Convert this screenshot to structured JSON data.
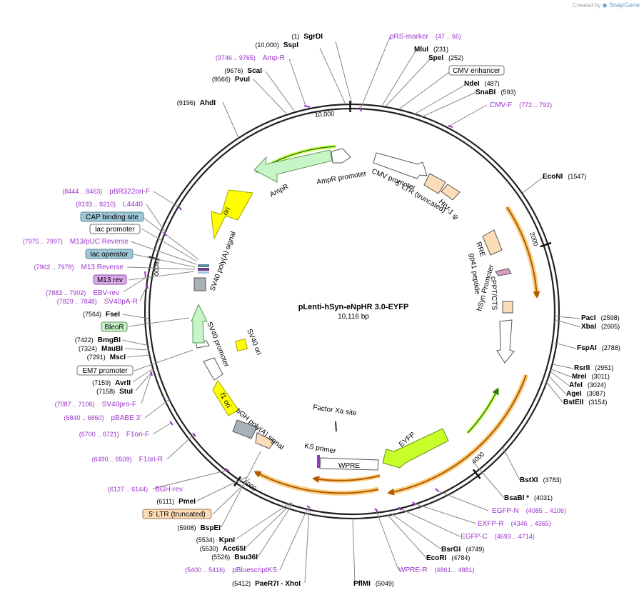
{
  "brand": {
    "created_by": "Created by",
    "app": "SnapGene"
  },
  "plasmid": {
    "name": "pLenti-hSyn-eNpHR 3.0-EYFP",
    "size_label": "10,116 bp",
    "total_bp": 10116
  },
  "ticks": [
    "10,000",
    "2000",
    "4000",
    "6000",
    "8000"
  ],
  "sites": [
    {
      "id": "sgrdi",
      "name": "SgrDI",
      "pos": "(1)",
      "side": "left"
    },
    {
      "id": "sspi",
      "name": "SspI",
      "pos": "(10,000)",
      "side": "left"
    },
    {
      "id": "scai",
      "name": "ScaI",
      "pos": "(9676)",
      "side": "left"
    },
    {
      "id": "pvui",
      "name": "PvuI",
      "pos": "(9566)",
      "side": "left"
    },
    {
      "id": "ahdi",
      "name": "AhdI",
      "pos": "(9196)",
      "side": "left"
    },
    {
      "id": "mlui",
      "name": "MluI",
      "pos": "(231)",
      "side": "right"
    },
    {
      "id": "spei",
      "name": "SpeI",
      "pos": "(252)",
      "side": "right"
    },
    {
      "id": "ndei",
      "name": "NdeI",
      "pos": "(487)",
      "side": "right"
    },
    {
      "id": "snabi",
      "name": "SnaBI",
      "pos": "(593)",
      "side": "right"
    },
    {
      "id": "econi",
      "name": "EcoNI",
      "pos": "(1547)",
      "side": "right"
    },
    {
      "id": "paci",
      "name": "PacI",
      "pos": "(2598)",
      "side": "right"
    },
    {
      "id": "xbai",
      "name": "XbaI",
      "pos": "(2605)",
      "side": "right"
    },
    {
      "id": "fspai",
      "name": "FspAI",
      "pos": "(2788)",
      "side": "right"
    },
    {
      "id": "rsrii",
      "name": "RsrII",
      "pos": "(2951)",
      "side": "right"
    },
    {
      "id": "mrei",
      "name": "MreI",
      "pos": "(3011)",
      "side": "right"
    },
    {
      "id": "afei",
      "name": "AfeI",
      "pos": "(3024)",
      "side": "right"
    },
    {
      "id": "agei",
      "name": "AgeI",
      "pos": "(3087)",
      "side": "right"
    },
    {
      "id": "bsteii",
      "name": "BstEII",
      "pos": "(3154)",
      "side": "right"
    },
    {
      "id": "bstxi",
      "name": "BstXI",
      "pos": "(3783)",
      "side": "right"
    },
    {
      "id": "bsabi",
      "name": "BsaBI *",
      "pos": "(4031)",
      "side": "right"
    },
    {
      "id": "bsrgi",
      "name": "BsrGI",
      "pos": "(4749)",
      "side": "right"
    },
    {
      "id": "ecori",
      "name": "EcoRI",
      "pos": "(4784)",
      "side": "right"
    },
    {
      "id": "pflmi",
      "name": "PflMI",
      "pos": "(5049)",
      "side": "right"
    },
    {
      "id": "paer7i",
      "name": "PaeR7I - XhoI",
      "pos": "(5412)",
      "side": "left"
    },
    {
      "id": "bsu36i",
      "name": "Bsu36I",
      "pos": "(5526)",
      "side": "left"
    },
    {
      "id": "acc65i",
      "name": "Acc65I",
      "pos": "(5530)",
      "side": "left"
    },
    {
      "id": "kpni",
      "name": "KpnI",
      "pos": "(5534)",
      "side": "left"
    },
    {
      "id": "bspei",
      "name": "BspEI",
      "pos": "(5908)",
      "side": "left"
    },
    {
      "id": "pmei",
      "name": "PmeI",
      "pos": "(6111)",
      "side": "left"
    },
    {
      "id": "stui",
      "name": "StuI",
      "pos": "(7158)",
      "side": "left"
    },
    {
      "id": "avrii",
      "name": "AvrII",
      "pos": "(7159)",
      "side": "left"
    },
    {
      "id": "msci",
      "name": "MscI",
      "pos": "(7291)",
      "side": "left"
    },
    {
      "id": "maubi",
      "name": "MauBI",
      "pos": "(7324)",
      "side": "left"
    },
    {
      "id": "bmgbi",
      "name": "BmgBI",
      "pos": "(7422)",
      "side": "left"
    },
    {
      "id": "fsei",
      "name": "FseI",
      "pos": "(7564)",
      "side": "left"
    }
  ],
  "primers": [
    {
      "id": "prs-marker",
      "name": "pRS-marker",
      "range": "(47 .. 66)",
      "side": "right"
    },
    {
      "id": "amp-r",
      "name": "Amp-R",
      "range": "(9746 .. 9765)",
      "side": "left"
    },
    {
      "id": "cmv-f",
      "name": "CMV-F",
      "range": "(772 .. 792)",
      "side": "right"
    },
    {
      "id": "pbr322ori-f",
      "name": "pBR322ori-F",
      "range": "(8444 .. 8463)",
      "side": "left"
    },
    {
      "id": "l4440",
      "name": "L4440",
      "range": "(8193 .. 8210)",
      "side": "left"
    },
    {
      "id": "m13-puc-reverse",
      "name": "M13/pUC Reverse",
      "range": "(7975 .. 7997)",
      "side": "left"
    },
    {
      "id": "m13-reverse",
      "name": "M13 Reverse",
      "range": "(7962 .. 7978)",
      "side": "left"
    },
    {
      "id": "ebv-rev",
      "name": "EBV-rev",
      "range": "(7883 .. 7902)",
      "side": "left"
    },
    {
      "id": "sv40pa-r",
      "name": "SV40pA-R",
      "range": "(7829 .. 7848)",
      "side": "left"
    },
    {
      "id": "sv40pro-f",
      "name": "SV40pro-F",
      "range": "(7087 .. 7106)",
      "side": "left"
    },
    {
      "id": "pbabe-3",
      "name": "pBABE 3'",
      "range": "(6840 .. 6860)",
      "side": "left"
    },
    {
      "id": "f1ori-f",
      "name": "F1ori-F",
      "range": "(6700 .. 6721)",
      "side": "left"
    },
    {
      "id": "f1ori-r",
      "name": "F1ori-R",
      "range": "(6490 .. 6509)",
      "side": "left"
    },
    {
      "id": "bgh-rev",
      "name": "BGH-rev",
      "range": "(6127 .. 6144)",
      "side": "left"
    },
    {
      "id": "pbluescriptks",
      "name": "pBluescriptKS",
      "range": "(5400 .. 5416)",
      "side": "left"
    },
    {
      "id": "egfp-n",
      "name": "EGFP-N",
      "range": "(4085 .. 4106)",
      "side": "right"
    },
    {
      "id": "exfp-r",
      "name": "EXFP-R",
      "range": "(4346 .. 4365)",
      "side": "right"
    },
    {
      "id": "egfp-c",
      "name": "EGFP-C",
      "range": "(4693 .. 4714)",
      "side": "right"
    },
    {
      "id": "wpre-r",
      "name": "WPRE-R",
      "range": "(4861 .. 4881)",
      "side": "right"
    }
  ],
  "boxed_labels": [
    {
      "id": "cmv-enhancer",
      "text": "CMV enhancer",
      "fill": "#ffffff",
      "stroke": "#707070"
    },
    {
      "id": "cap-binding-site",
      "text": "CAP binding site",
      "fill": "#9dc7d6",
      "stroke": "#5a8a9a"
    },
    {
      "id": "lac-promoter",
      "text": "lac promoter",
      "fill": "#ffffff",
      "stroke": "#707070"
    },
    {
      "id": "lac-operator",
      "text": "lac operator",
      "fill": "#9dc7d6",
      "stroke": "#5a8a9a"
    },
    {
      "id": "m13-rev",
      "text": "M13 rev",
      "fill": "#d9a9e8",
      "stroke": "#8a4aa0"
    },
    {
      "id": "bleor",
      "text": "BleoR",
      "fill": "#c8f0c8",
      "stroke": "#5a9a5a"
    },
    {
      "id": "em7-promoter",
      "text": "EM7 promoter",
      "fill": "#ffffff",
      "stroke": "#707070"
    },
    {
      "id": "5-ltr-truncated-box",
      "text": "5' LTR (truncated)",
      "fill": "#fddcb8",
      "stroke": "#a07050"
    }
  ],
  "features": [
    {
      "id": "cmv-promoter",
      "text": "CMV promoter"
    },
    {
      "id": "5-ltr-truncated",
      "text": "5' LTR (truncated)"
    },
    {
      "id": "hiv-1-psi",
      "text": "HIV-1 ψ"
    },
    {
      "id": "rre",
      "text": "RRE"
    },
    {
      "id": "gp41-peptide",
      "text": "gp41 peptide"
    },
    {
      "id": "cppt-cts",
      "text": "cPPT/CTS"
    },
    {
      "id": "hsyn-promoter",
      "text": "hSyn Promoter"
    },
    {
      "id": "eyfp",
      "text": "EYFP"
    },
    {
      "id": "wpre",
      "text": "WPRE"
    },
    {
      "id": "ks-primer",
      "text": "KS primer"
    },
    {
      "id": "factor-xa-site",
      "text": "Factor Xa site"
    },
    {
      "id": "bgh-polya-signal",
      "text": "bGH poly(A) signal"
    },
    {
      "id": "f1-ori",
      "text": "f1 ori"
    },
    {
      "id": "sv40-promoter",
      "text": "SV40 promoter"
    },
    {
      "id": "sv40-ori",
      "text": "SV40 ori"
    },
    {
      "id": "sv40-polya-signal",
      "text": "SV40 poly(A) signal"
    },
    {
      "id": "ori",
      "text": "ori"
    },
    {
      "id": "ampr",
      "text": "AmpR"
    },
    {
      "id": "ampr-promoter",
      "text": "AmpR promoter"
    }
  ],
  "colors": {
    "backbone": "#222222",
    "orange_orf": "#f9a825",
    "orange_arrow": "#b05a00",
    "eyfp": "#c8ff2a",
    "ampr": "#c8f5c8",
    "ori": "#ffff00",
    "ltr": "#fddcb8",
    "promoter": "#ffffff",
    "primer": "#9933cc"
  }
}
